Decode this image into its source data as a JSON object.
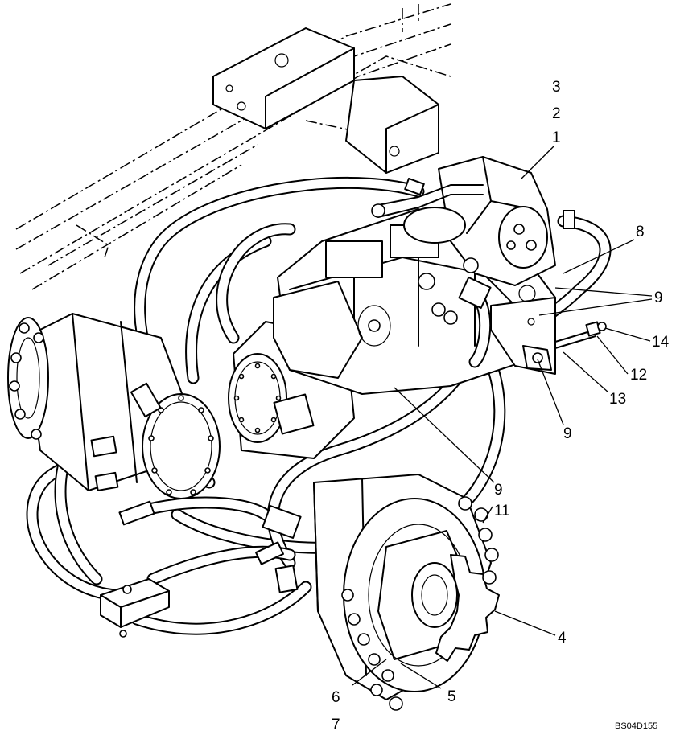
{
  "diagram": {
    "callouts": [
      "3",
      "2",
      "1",
      "8",
      "9",
      "9",
      "14",
      "12",
      "13",
      "9",
      "9",
      "11",
      "4",
      "6",
      "5",
      "7"
    ],
    "document_code": "BS04D155"
  }
}
